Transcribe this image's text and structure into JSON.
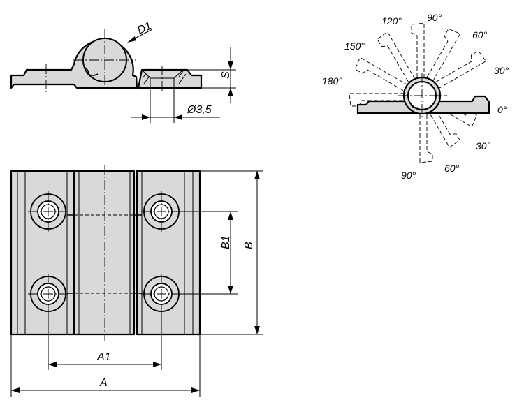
{
  "drawing": {
    "side_view": {
      "diameter_label": "D1",
      "thickness_label": "S",
      "hole_label": "Ø3,5"
    },
    "top_view": {
      "width_label": "A",
      "hole_spacing_width_label": "A1",
      "length_label": "B",
      "hole_spacing_length_label": "B1"
    },
    "rotation_view": {
      "angles_upper": [
        "0°",
        "30°",
        "60°",
        "90°",
        "120°",
        "150°",
        "180°"
      ],
      "angles_lower": [
        "30°",
        "60°",
        "90°"
      ]
    }
  }
}
